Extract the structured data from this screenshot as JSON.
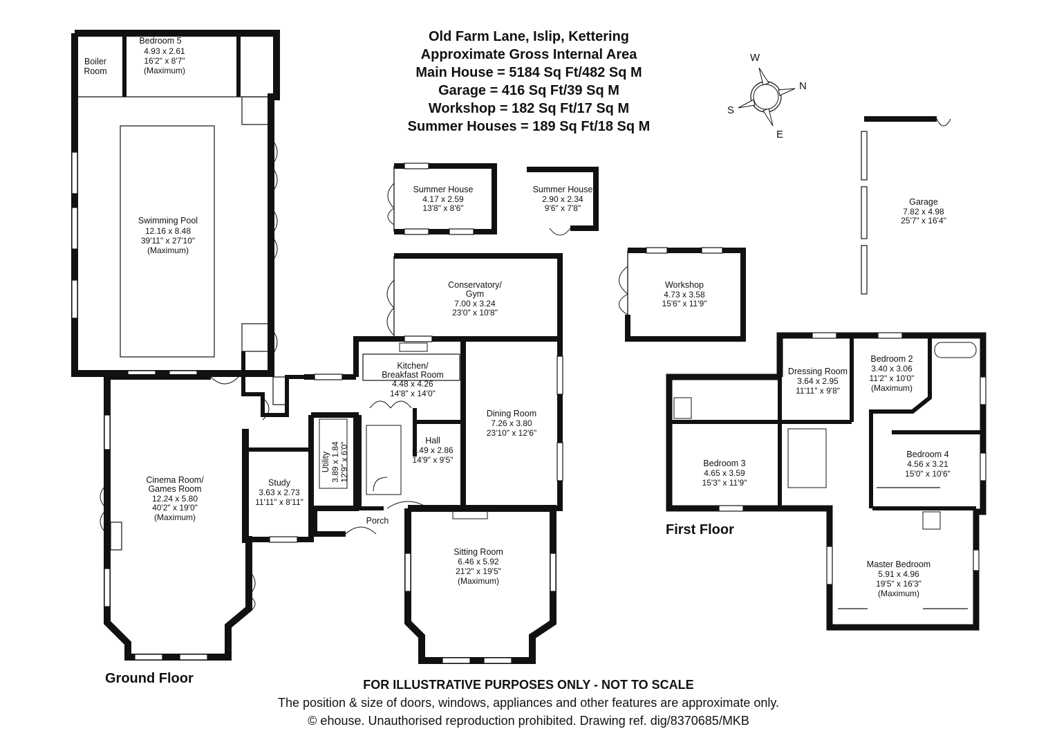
{
  "header": {
    "address": "Old Farm Lane, Islip, Kettering",
    "area_title": "Approximate Gross Internal Area",
    "main_house": "Main House = 5184 Sq Ft/482 Sq M",
    "garage": "Garage = 416 Sq Ft/39 Sq M",
    "workshop": "Workshop = 182 Sq Ft/17 Sq M",
    "summer_houses": "Summer Houses = 189 Sq Ft/18 Sq M"
  },
  "compass": {
    "w": "W",
    "n": "N",
    "s": "S",
    "e": "E"
  },
  "floors": {
    "ground": "Ground Floor",
    "first": "First Floor"
  },
  "footer": {
    "disclaimer": "FOR ILLUSTRATIVE PURPOSES ONLY - NOT TO SCALE",
    "note": "The position & size of doors, windows, appliances and other features are approximate only.",
    "copyright": "© ehouse. Unauthorised reproduction prohibited. Drawing ref. dig/8370685/MKB"
  },
  "rooms": {
    "boiler": {
      "name1": "Boiler",
      "name2": "Room"
    },
    "bedroom5": {
      "name": "Bedroom 5",
      "metric": "4.93 x 2.61",
      "imperial": "16'2\" x 8'7\"",
      "note": "(Maximum)"
    },
    "pool": {
      "name": "Swimming Pool",
      "metric": "12.16 x 8.48",
      "imperial": "39'11\" x 27'10\"",
      "note": "(Maximum)"
    },
    "summer1": {
      "name": "Summer House",
      "metric": "4.17 x 2.59",
      "imperial": "13'8\" x 8'6\""
    },
    "summer2": {
      "name": "Summer House",
      "metric": "2.90 x 2.34",
      "imperial": "9'6\" x 7'8\""
    },
    "conservatory": {
      "name1": "Conservatory/",
      "name2": "Gym",
      "metric": "7.00 x 3.24",
      "imperial": "23'0\" x 10'8\""
    },
    "kitchen": {
      "name1": "Kitchen/",
      "name2": "Breakfast Room",
      "metric": "4.48 x 4.26",
      "imperial": "14'8\" x 14'0\""
    },
    "dining": {
      "name": "Dining Room",
      "metric": "7.26 x 3.80",
      "imperial": "23'10\" x 12'6\""
    },
    "hall": {
      "name": "Hall",
      "metric": "4.49 x 2.86",
      "imperial": "14'9\" x 9'5\""
    },
    "utility": {
      "name": "Utility",
      "metric": "3.89 x 1.84",
      "imperial": "12'9\" x 6'0\""
    },
    "study": {
      "name": "Study",
      "metric": "3.63 x 2.73",
      "imperial": "11'11\" x 8'11\""
    },
    "porch": {
      "name": "Porch"
    },
    "cinema": {
      "name1": "Cinema Room/",
      "name2": "Games Room",
      "metric": "12.24 x 5.80",
      "imperial": "40'2\" x 19'0\"",
      "note": "(Maximum)"
    },
    "sitting": {
      "name": "Sitting Room",
      "metric": "6.46 x 5.92",
      "imperial": "21'2\" x 19'5\"",
      "note": "(Maximum)"
    },
    "workshop": {
      "name": "Workshop",
      "metric": "4.73 x 3.58",
      "imperial": "15'6\" x 11'9\""
    },
    "garage": {
      "name": "Garage",
      "metric": "7.82 x 4.98",
      "imperial": "25'7\" x 16'4\""
    },
    "dressing": {
      "name": "Dressing Room",
      "metric": "3.64 x 2.95",
      "imperial": "11'11\" x 9'8\""
    },
    "bedroom2": {
      "name": "Bedroom 2",
      "metric": "3.40 x 3.06",
      "imperial": "11'2\" x 10'0\"",
      "note": "(Maximum)"
    },
    "bedroom3": {
      "name": "Bedroom 3",
      "metric": "4.65 x 3.59",
      "imperial": "15'3\" x 11'9\""
    },
    "bedroom4": {
      "name": "Bedroom 4",
      "metric": "4.56 x 3.21",
      "imperial": "15'0\" x 10'6\""
    },
    "master": {
      "name": "Master Bedroom",
      "metric": "5.91 x 4.96",
      "imperial": "19'5\" x 16'3\"",
      "note": "(Maximum)"
    }
  }
}
